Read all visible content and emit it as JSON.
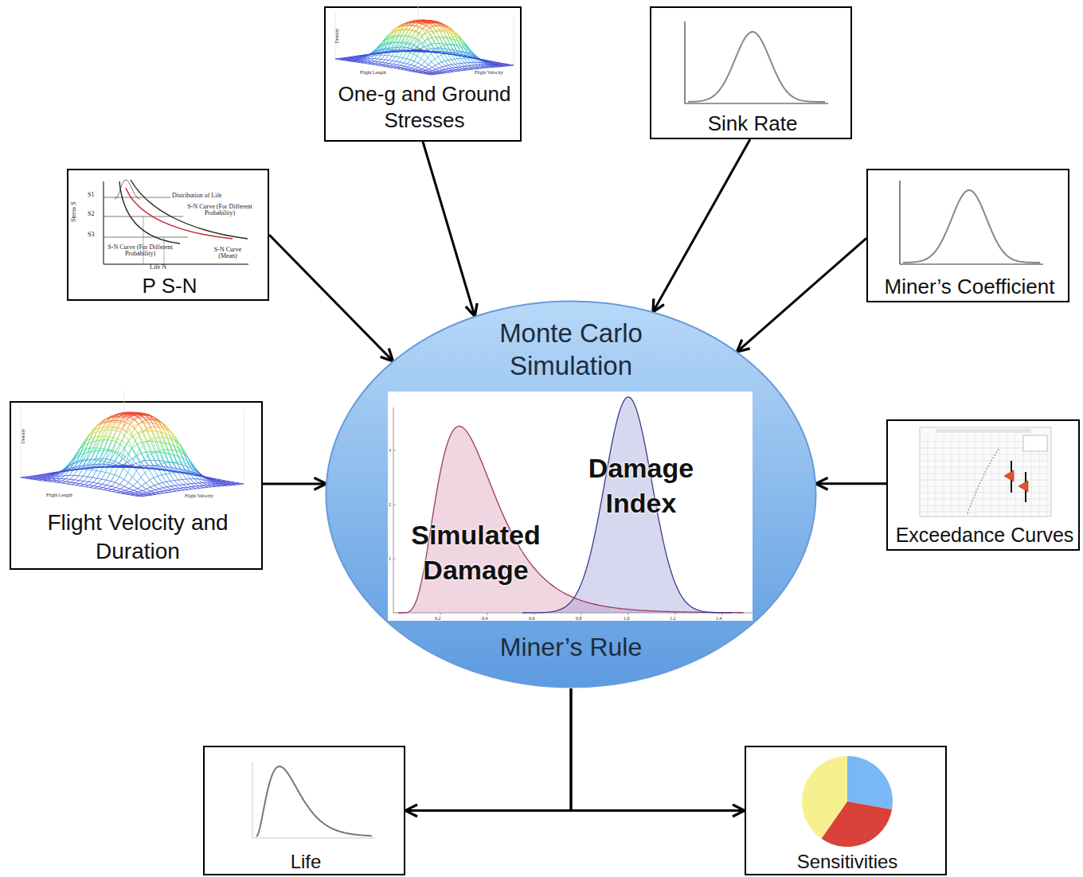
{
  "diagram": {
    "nodes": [
      {
        "text": [
          "One-g and Ground Stresses"
        ]
      },
      {
        "text": [
          "Sink Rate"
        ]
      },
      {
        "text": [
          "P S-N"
        ]
      },
      {
        "text": [
          "Miner’s Coefficient"
        ]
      },
      {
        "text": [
          "Monte Carlo Simulation",
          "Miner’s Rule"
        ]
      },
      {
        "text": [
          "Simulated Damage",
          "Damage Index"
        ],
        "in": 4
      },
      {
        "text": [
          "Flight Velocity and Duration"
        ]
      },
      {
        "text": [
          "Exceedance Curves"
        ]
      },
      {
        "text": [
          "Life"
        ]
      },
      {
        "text": [
          "Sensitivities"
        ]
      }
    ],
    "edges": [
      {
        "from": 2,
        "to": 4,
        "arrow": "to"
      },
      {
        "from": 0,
        "to": 4,
        "arrow": "to"
      },
      {
        "from": 1,
        "to": 4,
        "arrow": "to"
      },
      {
        "from": 3,
        "to": 4,
        "arrow": "to"
      },
      {
        "from": 6,
        "to": 4,
        "arrow": "to"
      },
      {
        "from": 7,
        "to": 4,
        "arrow": "to"
      },
      {
        "from": 4,
        "to": 8,
        "arrow": "to"
      },
      {
        "from": 4,
        "to": 9,
        "arrow": "to"
      }
    ],
    "labels": [
      "S1",
      "S2",
      "S3",
      "Stress S",
      "Distribution of Life",
      "S-N Curve (For Different Probability)",
      "S-N Curve (For Different Probability)",
      "S-N Curve (Mean)",
      "Life N",
      "Density",
      "Flight Length",
      "Flight Velocity",
      "Density",
      "Flight Length",
      "Flight Velocity",
      "1",
      "2",
      "3",
      "0.2",
      "0.4",
      "0.6",
      "0.8",
      "1.0",
      "1.2",
      "1.4"
    ]
  }
}
